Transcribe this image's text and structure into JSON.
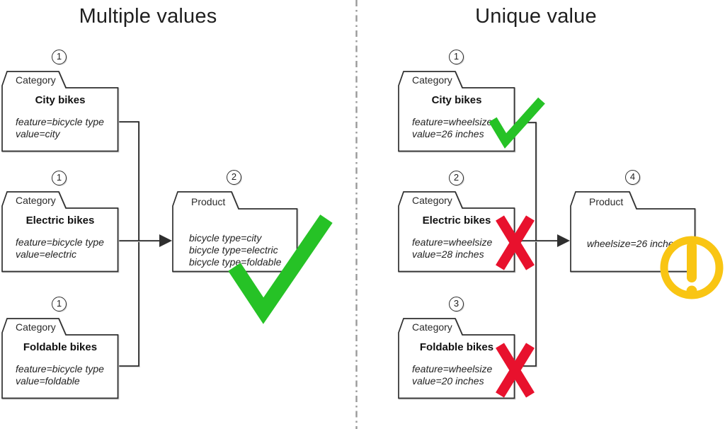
{
  "panels": {
    "left": {
      "title": "Multiple values",
      "categories": [
        {
          "number": "1",
          "type_label": "Category",
          "name": "City bikes",
          "feature": "feature=bicycle type",
          "value": "value=city"
        },
        {
          "number": "1",
          "type_label": "Category",
          "name": "Electric bikes",
          "feature": "feature=bicycle type",
          "value": "value=electric"
        },
        {
          "number": "1",
          "type_label": "Category",
          "name": "Foldable bikes",
          "feature": "feature=bicycle type",
          "value": "value=foldable"
        }
      ],
      "product": {
        "number": "2",
        "type_label": "Product",
        "lines": [
          "bicycle type=city",
          "bicycle type=electric",
          "bicycle type=foldable"
        ]
      },
      "result": "check"
    },
    "right": {
      "title": "Unique value",
      "categories": [
        {
          "number": "1",
          "type_label": "Category",
          "name": "City bikes",
          "feature": "feature=wheelsize",
          "value": "value=26 inches",
          "mark": "check"
        },
        {
          "number": "2",
          "type_label": "Category",
          "name": "Electric bikes",
          "feature": "feature=wheelsize",
          "value": "value=28 inches",
          "mark": "cross"
        },
        {
          "number": "3",
          "type_label": "Category",
          "name": "Foldable bikes",
          "feature": "feature=wheelsize",
          "value": "value=20 inches",
          "mark": "cross"
        }
      ],
      "product": {
        "number": "4",
        "type_label": "Product",
        "lines": [
          "wheelsize=26 inches"
        ]
      },
      "result": "warning"
    }
  },
  "colors": {
    "check_green": "#26c226",
    "cross_red": "#e8112d",
    "warning_yellow": "#f9c513",
    "line_dark": "#2f2f2f",
    "divider_gray": "#9a9a9a"
  }
}
